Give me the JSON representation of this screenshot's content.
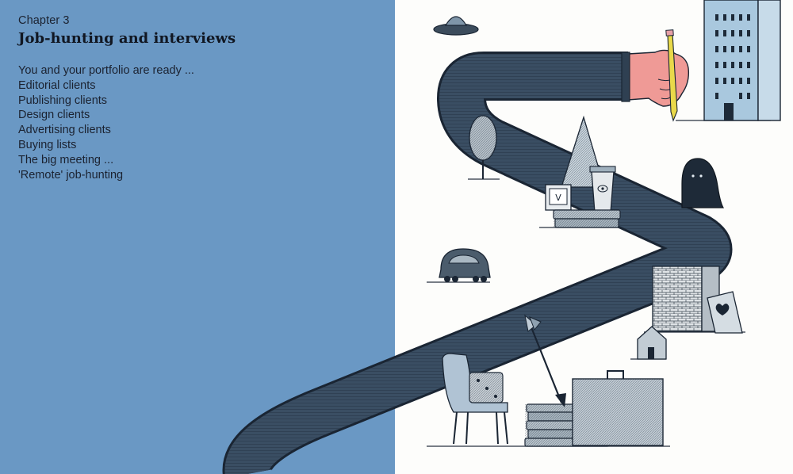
{
  "chapter": {
    "label": "Chapter 3",
    "title": "Job-hunting and interviews"
  },
  "contents": [
    "You and your portfolio are ready ...",
    "Editorial clients",
    "Publishing clients",
    "Design clients",
    "Advertising clients",
    "Buying lists",
    "The big meeting ...",
    "'Remote' job-hunting"
  ],
  "colors": {
    "panel_blue": "#6a98c4",
    "road": "#2e3f52",
    "building": "#a9c8de",
    "hand": "#ef9a96",
    "pencil": "#e9d94a"
  },
  "illustration": {
    "subjects": [
      "ufo-icon",
      "building-icon",
      "hand-icon",
      "pencil-icon",
      "tree-icon",
      "cone-icon",
      "clock-icon",
      "coffee-cup-icon",
      "books-icon",
      "ghost-icon",
      "car-icon",
      "brick-wall-icon",
      "heart-card-icon",
      "house-icon",
      "chair-icon",
      "arrow-icon",
      "briefcase-icon"
    ],
    "clock_text": "V"
  }
}
